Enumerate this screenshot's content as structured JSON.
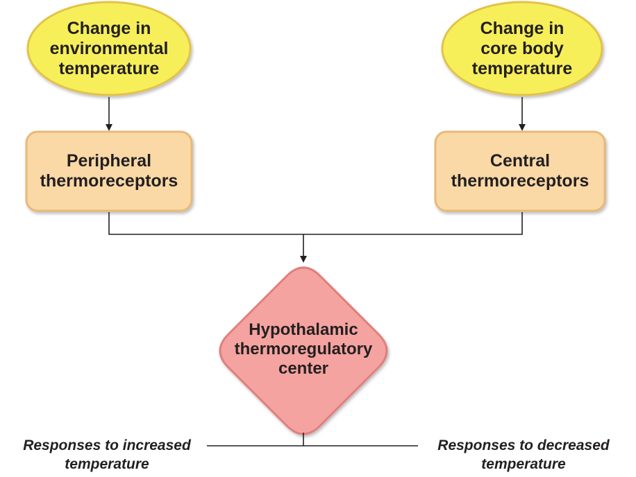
{
  "nodes": {
    "env_change": "Change in\nenvironmental\ntemperature",
    "core_change": "Change in\ncore body\ntemperature",
    "peripheral": "Peripheral\nthermoreceptors",
    "central": "Central\nthermoreceptors",
    "hypothalamus": "Hypothalamic\nthermoregulatory\ncenter"
  },
  "responses": {
    "increased": "Responses to increased\ntemperature",
    "decreased": "Responses to decreased\ntemperature"
  },
  "colors": {
    "ellipse_fill": "#f6ef5a",
    "ellipse_stroke": "#e3c24a",
    "box_fill": "#fad9a6",
    "box_stroke": "#e8b978",
    "diamond_fill": "#f4a3a0",
    "diamond_stroke": "#e07f7c",
    "line": "#231f20"
  }
}
